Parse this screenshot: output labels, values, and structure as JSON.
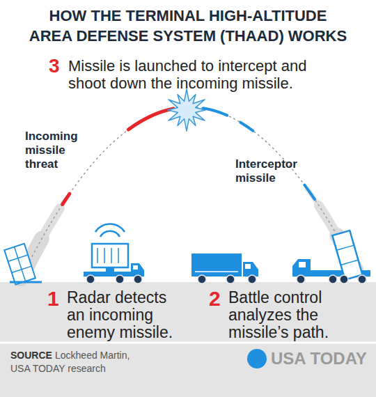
{
  "diagram": {
    "title": "HOW THE TERMINAL HIGH-ALTITUDE AREA DEFENSE SYSTEM (THAAD) WORKS",
    "labels": [
      "3",
      "Missile is launched to intercept and shoot down the incoming missile.",
      "Incoming missile threat",
      "Interceptor missile",
      "1",
      "Radar detects an incoming enemy missile.",
      "2",
      "Battle control analyzes the missile’s path.",
      "SOURCE",
      "Lockheed Martin, USA TODAY research",
      "USA TODAY"
    ]
  }
}
